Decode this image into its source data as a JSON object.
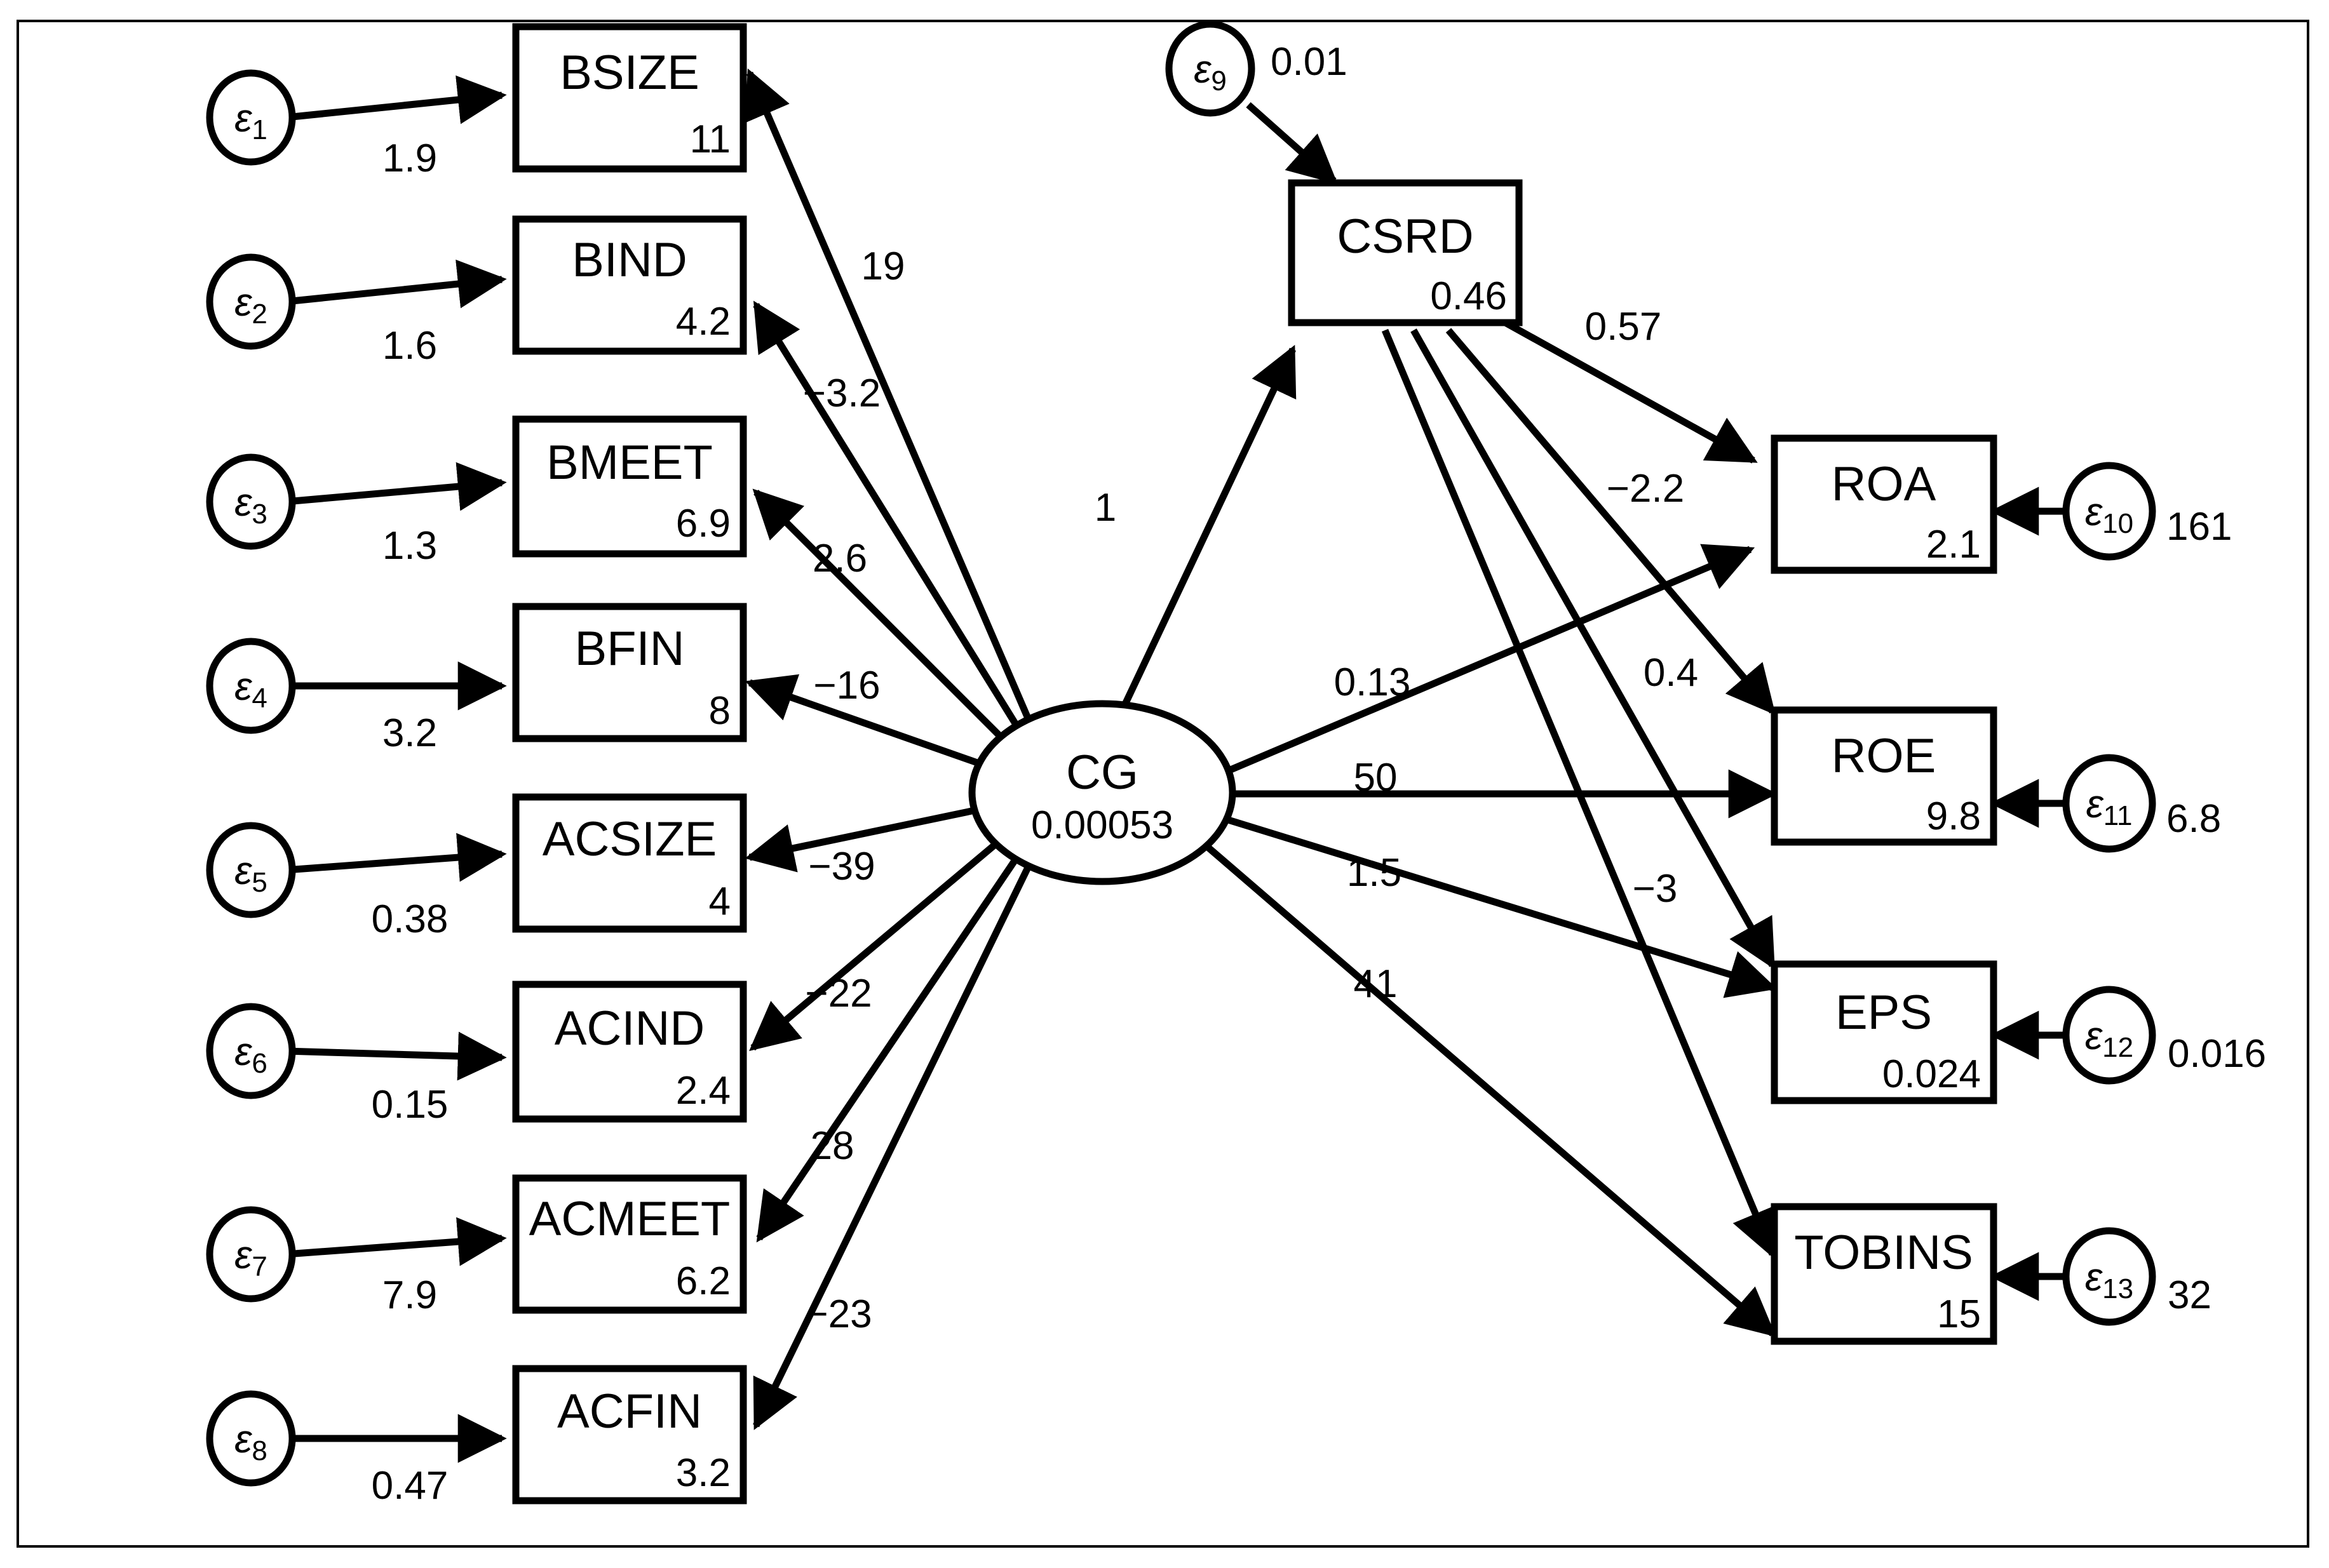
{
  "diagram": {
    "type": "structural-equation-model",
    "title": "",
    "frame": {
      "visible": true
    }
  },
  "latent": {
    "name": "CG",
    "variance": "0.00053"
  },
  "mediator": {
    "name": "CSRD",
    "variance": "0.46",
    "error": {
      "name": "ε",
      "sub": "9",
      "value": "0.01"
    }
  },
  "indicators": [
    {
      "name": "BSIZE",
      "variance": "11",
      "loading": "19",
      "error": {
        "name": "ε",
        "sub": "1",
        "value": "1.9"
      }
    },
    {
      "name": "BIND",
      "variance": "4.2",
      "loading": "−3.2",
      "error": {
        "name": "ε",
        "sub": "2",
        "value": "1.6"
      }
    },
    {
      "name": "BMEET",
      "variance": "6.9",
      "loading": "2.6",
      "error": {
        "name": "ε",
        "sub": "3",
        "value": "1.3"
      }
    },
    {
      "name": "BFIN",
      "variance": "8",
      "loading": "−16",
      "error": {
        "name": "ε",
        "sub": "4",
        "value": "3.2"
      }
    },
    {
      "name": "ACSIZE",
      "variance": "4",
      "loading": "−39",
      "error": {
        "name": "ε",
        "sub": "5",
        "value": "0.38"
      }
    },
    {
      "name": "ACIND",
      "variance": "2.4",
      "loading": "−22",
      "error": {
        "name": "ε",
        "sub": "6",
        "value": "0.15"
      }
    },
    {
      "name": "ACMEET",
      "variance": "6.2",
      "loading": "28",
      "error": {
        "name": "ε",
        "sub": "7",
        "value": "7.9"
      }
    },
    {
      "name": "ACFIN",
      "variance": "3.2",
      "loading": "−23",
      "error": {
        "name": "ε",
        "sub": "8",
        "value": "0.47"
      }
    }
  ],
  "outcomes": [
    {
      "name": "ROA",
      "variance": "2.1",
      "from_cg": "0.13",
      "from_csrd": "0.57",
      "error": {
        "name": "ε",
        "sub": "10",
        "value": "161"
      }
    },
    {
      "name": "ROE",
      "variance": "9.8",
      "from_cg": "50",
      "from_csrd": "−2.2",
      "error": {
        "name": "ε",
        "sub": "11",
        "value": "6.8"
      }
    },
    {
      "name": "EPS",
      "variance": "0.024",
      "from_cg": "1.5",
      "from_csrd": "0.4",
      "error": {
        "name": "ε",
        "sub": "12",
        "value": "0.016"
      }
    },
    {
      "name": "TOBINS",
      "variance": "15",
      "from_cg": "41",
      "from_csrd": "−3",
      "error": {
        "name": "ε",
        "sub": "13",
        "value": "32"
      }
    }
  ],
  "paths": {
    "cg_to_csrd": "1"
  },
  "chart_data": {
    "type": "diagram",
    "title": "",
    "nodes": [
      {
        "id": "CG",
        "shape": "ellipse",
        "label": "CG",
        "value": "0.00053"
      },
      {
        "id": "CSRD",
        "shape": "rect",
        "label": "CSRD",
        "value": "0.46"
      },
      {
        "id": "BSIZE",
        "shape": "rect",
        "label": "BSIZE",
        "value": "11"
      },
      {
        "id": "BIND",
        "shape": "rect",
        "label": "BIND",
        "value": "4.2"
      },
      {
        "id": "BMEET",
        "shape": "rect",
        "label": "BMEET",
        "value": "6.9"
      },
      {
        "id": "BFIN",
        "shape": "rect",
        "label": "BFIN",
        "value": "8"
      },
      {
        "id": "ACSIZE",
        "shape": "rect",
        "label": "ACSIZE",
        "value": "4"
      },
      {
        "id": "ACIND",
        "shape": "rect",
        "label": "ACIND",
        "value": "2.4"
      },
      {
        "id": "ACMEET",
        "shape": "rect",
        "label": "ACMEET",
        "value": "6.2"
      },
      {
        "id": "ACFIN",
        "shape": "rect",
        "label": "ACFIN",
        "value": "3.2"
      },
      {
        "id": "ROA",
        "shape": "rect",
        "label": "ROA",
        "value": "2.1"
      },
      {
        "id": "ROE",
        "shape": "rect",
        "label": "ROE",
        "value": "9.8"
      },
      {
        "id": "EPS",
        "shape": "rect",
        "label": "EPS",
        "value": "0.024"
      },
      {
        "id": "TOBINS",
        "shape": "rect",
        "label": "TOBINS",
        "value": "15"
      },
      {
        "id": "e1",
        "shape": "circle",
        "label": "ε1",
        "value": "1.9"
      },
      {
        "id": "e2",
        "shape": "circle",
        "label": "ε2",
        "value": "1.6"
      },
      {
        "id": "e3",
        "shape": "circle",
        "label": "ε3",
        "value": "1.3"
      },
      {
        "id": "e4",
        "shape": "circle",
        "label": "ε4",
        "value": "3.2"
      },
      {
        "id": "e5",
        "shape": "circle",
        "label": "ε5",
        "value": "0.38"
      },
      {
        "id": "e6",
        "shape": "circle",
        "label": "ε6",
        "value": "0.15"
      },
      {
        "id": "e7",
        "shape": "circle",
        "label": "ε7",
        "value": "7.9"
      },
      {
        "id": "e8",
        "shape": "circle",
        "label": "ε8",
        "value": "0.47"
      },
      {
        "id": "e9",
        "shape": "circle",
        "label": "ε9",
        "value": "0.01"
      },
      {
        "id": "e10",
        "shape": "circle",
        "label": "ε10",
        "value": "161"
      },
      {
        "id": "e11",
        "shape": "circle",
        "label": "ε11",
        "value": "6.8"
      },
      {
        "id": "e12",
        "shape": "circle",
        "label": "ε12",
        "value": "0.016"
      },
      {
        "id": "e13",
        "shape": "circle",
        "label": "ε13",
        "value": "32"
      }
    ],
    "edges": [
      {
        "from": "e1",
        "to": "BSIZE",
        "label": "1.9"
      },
      {
        "from": "e2",
        "to": "BIND",
        "label": "1.6"
      },
      {
        "from": "e3",
        "to": "BMEET",
        "label": "1.3"
      },
      {
        "from": "e4",
        "to": "BFIN",
        "label": "3.2"
      },
      {
        "from": "e5",
        "to": "ACSIZE",
        "label": "0.38"
      },
      {
        "from": "e6",
        "to": "ACIND",
        "label": "0.15"
      },
      {
        "from": "e7",
        "to": "ACMEET",
        "label": "7.9"
      },
      {
        "from": "e8",
        "to": "ACFIN",
        "label": "0.47"
      },
      {
        "from": "e9",
        "to": "CSRD",
        "label": "0.01"
      },
      {
        "from": "e10",
        "to": "ROA",
        "label": "161"
      },
      {
        "from": "e11",
        "to": "ROE",
        "label": "6.8"
      },
      {
        "from": "e12",
        "to": "EPS",
        "label": "0.016"
      },
      {
        "from": "e13",
        "to": "TOBINS",
        "label": "32"
      },
      {
        "from": "CG",
        "to": "BSIZE",
        "label": "19"
      },
      {
        "from": "CG",
        "to": "BIND",
        "label": "−3.2"
      },
      {
        "from": "CG",
        "to": "BMEET",
        "label": "2.6"
      },
      {
        "from": "CG",
        "to": "BFIN",
        "label": "−16"
      },
      {
        "from": "CG",
        "to": "ACSIZE",
        "label": "−39"
      },
      {
        "from": "CG",
        "to": "ACIND",
        "label": "−22"
      },
      {
        "from": "CG",
        "to": "ACMEET",
        "label": "28"
      },
      {
        "from": "CG",
        "to": "ACFIN",
        "label": "−23"
      },
      {
        "from": "CG",
        "to": "CSRD",
        "label": "1"
      },
      {
        "from": "CG",
        "to": "ROA",
        "label": "0.13"
      },
      {
        "from": "CG",
        "to": "ROE",
        "label": "50"
      },
      {
        "from": "CG",
        "to": "EPS",
        "label": "1.5"
      },
      {
        "from": "CG",
        "to": "TOBINS",
        "label": "41"
      },
      {
        "from": "CSRD",
        "to": "ROA",
        "label": "0.57"
      },
      {
        "from": "CSRD",
        "to": "ROE",
        "label": "−2.2"
      },
      {
        "from": "CSRD",
        "to": "EPS",
        "label": "0.4"
      },
      {
        "from": "CSRD",
        "to": "TOBINS",
        "label": "−3"
      }
    ]
  }
}
